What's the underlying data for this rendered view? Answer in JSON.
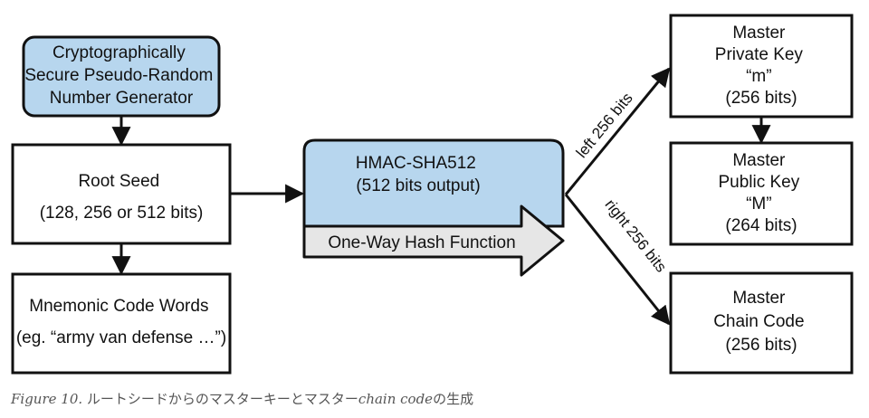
{
  "diagram": {
    "csprng": {
      "lines": [
        "Cryptographically",
        "Secure Pseudo-Random",
        "Number Generator"
      ]
    },
    "root_seed": {
      "lines": [
        "Root Seed",
        "(128, 256 or 512 bits)"
      ]
    },
    "mnemonic": {
      "lines": [
        "Mnemonic Code Words",
        "(eg. “army van defense …”)"
      ]
    },
    "hmac": {
      "lines": [
        "HMAC-SHA512",
        "(512 bits output)"
      ]
    },
    "hash_function_label": "One-Way Hash Function",
    "left_label": "left 256 bits",
    "right_label": "right 256 bits",
    "master_private": {
      "lines": [
        "Master",
        "Private Key",
        "“m”",
        "(256 bits)"
      ]
    },
    "master_public": {
      "lines": [
        "Master",
        "Public Key",
        "“M”",
        "(264 bits)"
      ]
    },
    "master_chain": {
      "lines": [
        "Master",
        "Chain Code",
        "(256 bits)"
      ]
    },
    "colors": {
      "fill_blue": "#b7d6ee",
      "arrow_gray": "#e6e6e6",
      "stroke": "#111111"
    }
  },
  "caption": {
    "figure_label": "Figure 10.",
    "text_before": " ルートシードからのマスターキーとマスター",
    "chain_italic": "chain code",
    "text_after": "の生成"
  }
}
